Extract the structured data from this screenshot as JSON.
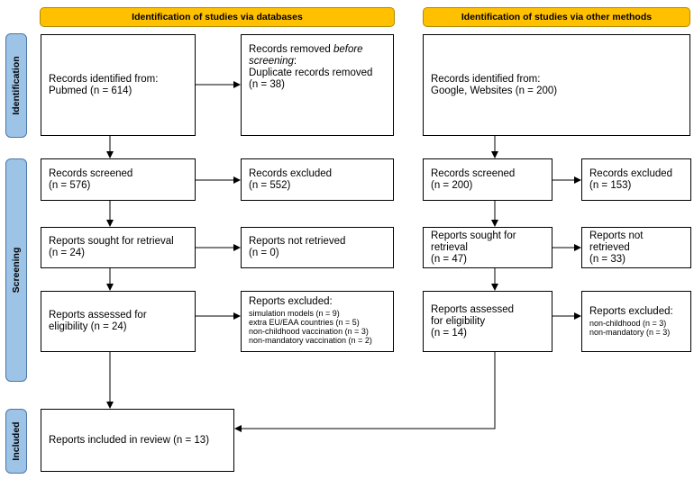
{
  "headers": {
    "databases": "Identification of studies via databases",
    "other": "Identification of studies via other methods"
  },
  "phases": {
    "identification": "Identification",
    "screening": "Screening",
    "included": "Included"
  },
  "db": {
    "identified": {
      "l1": "Records identified from:",
      "l2": "Pubmed (n = 614)"
    },
    "removed": {
      "l1a": "Records removed ",
      "l1b": "before",
      "l2": "screening",
      "l2b": ":",
      "l3": "Duplicate records removed",
      "l4": "(n = 38)"
    },
    "screened": {
      "l1": "Records screened",
      "l2": "(n = 576)"
    },
    "excluded": {
      "l1": "Records excluded",
      "l2": "(n = 552)"
    },
    "sought": {
      "l1": "Reports sought for retrieval",
      "l2": "(n = 24)"
    },
    "not_retrieved": {
      "l1": "Reports not retrieved",
      "l2": "(n = 0)"
    },
    "assessed": {
      "l1": "Reports assessed for",
      "l2": "eligibility (n = 24)"
    },
    "reports_excluded": {
      "title": "Reports excluded:",
      "items": [
        "simulation models (n = 9)",
        "extra EU/EAA countries (n = 5)",
        "non-childhood vaccination (n = 3)",
        "non-mandatory vaccination (n = 2)"
      ]
    },
    "included": "Reports included in review (n = 13)"
  },
  "other": {
    "identified": {
      "l1": "Records identified from:",
      "l2": "Google, Websites (n = 200)"
    },
    "screened": {
      "l1": "Records screened",
      "l2": "(n = 200)"
    },
    "excluded": {
      "l1": "Records excluded",
      "l2": "(n = 153)"
    },
    "sought": {
      "l1": "Reports sought for",
      "l2": "retrieval",
      "l3": "(n = 47)"
    },
    "not_retrieved": {
      "l1": "Reports not",
      "l2": "retrieved",
      "l3": "(n = 33)"
    },
    "assessed": {
      "l1": "Reports assessed",
      "l2": "for eligibility",
      "l3": "(n = 14)"
    },
    "reports_excluded": {
      "title": "Reports excluded:",
      "items": [
        "non-childhood (n = 3)",
        "non-mandatory (n = 3)"
      ]
    }
  },
  "colors": {
    "header": "#ffc000",
    "phase": "#9dc3e6"
  }
}
